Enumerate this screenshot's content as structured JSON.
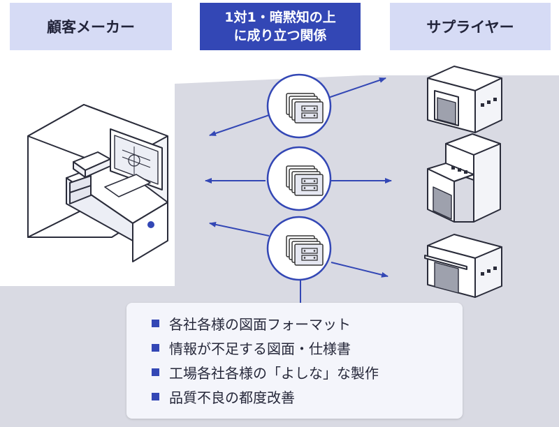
{
  "header": {
    "left_label": "顧客メーカー",
    "center_line1": "1対1・暗黙知の上",
    "center_line2": "に成り立つ関係",
    "right_label": "サプライヤー"
  },
  "bullets": [
    "各社各様の図面フォーマット",
    "情報が不足する図面・仕様書",
    "工場各社各様の「よしな」な製作",
    "品質不良の都度改善"
  ],
  "colors": {
    "accent": "#3347b5",
    "header_bg": "#d6dbf5",
    "panel_bg": "#d9dae3"
  },
  "icons": {
    "customer": "office-desk-computer-icon",
    "drawing": "drawing-document-icon",
    "supplier": "factory-building-icon"
  }
}
